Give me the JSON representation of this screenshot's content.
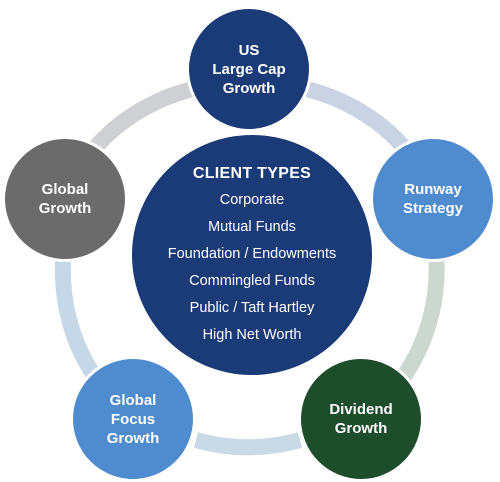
{
  "center": {
    "heading": "CLIENT TYPES",
    "items": [
      "Corporate",
      "Mutual Funds",
      "Foundation / Endowments",
      "Commingled Funds",
      "Public / Taft Hartley",
      "High Net Worth"
    ]
  },
  "strategies": [
    {
      "lines": [
        "US",
        "Large Cap",
        "Growth"
      ],
      "color": "#1b3a78"
    },
    {
      "lines": [
        "Runway",
        "Strategy"
      ],
      "color": "#4f8bcf"
    },
    {
      "lines": [
        "Dividend",
        "Growth"
      ],
      "color": "#1e4d2b"
    },
    {
      "lines": [
        "Global",
        "Focus",
        "Growth"
      ],
      "color": "#4f8bcf"
    },
    {
      "lines": [
        "Global",
        "Growth"
      ],
      "color": "#6b6b6b"
    }
  ],
  "ring_colors": [
    "#c9d3e3",
    "#c6d8e8",
    "#cbd7cf",
    "#cad9e6",
    "#cfd0d3"
  ]
}
